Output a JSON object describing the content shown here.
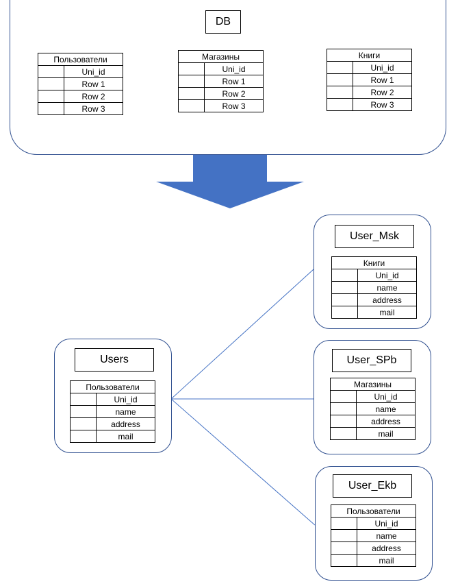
{
  "db": {
    "title": "DB",
    "tables": [
      {
        "name": "Пользователи",
        "rows": [
          "Uni_id",
          "Row 1",
          "Row 2",
          "Row 3"
        ]
      },
      {
        "name": "Магазины",
        "rows": [
          "Uni_id",
          "Row 1",
          "Row 2",
          "Row 3"
        ]
      },
      {
        "name": "Книги",
        "rows": [
          "Uni_id",
          "Row 1",
          "Row 2",
          "Row 3"
        ]
      }
    ]
  },
  "users": {
    "title": "Users",
    "table": {
      "name": "Пользователи",
      "rows": [
        "Uni_id",
        "name",
        "address",
        "mail"
      ]
    }
  },
  "user_msk": {
    "title": "User_Msk",
    "table": {
      "name": "Книги",
      "rows": [
        "Uni_id",
        "name",
        "address",
        "mail"
      ]
    }
  },
  "user_spb": {
    "title": "User_SPb",
    "table": {
      "name": "Магазины",
      "rows": [
        "Uni_id",
        "name",
        "address",
        "mail"
      ]
    }
  },
  "user_ekb": {
    "title": "User_Ekb",
    "table": {
      "name": "Пользователи",
      "rows": [
        "Uni_id",
        "name",
        "address",
        "mail"
      ]
    }
  },
  "colors": {
    "arrow": "#4472c4",
    "connector": "#4472c4",
    "box_border": "#2f4f8f"
  }
}
